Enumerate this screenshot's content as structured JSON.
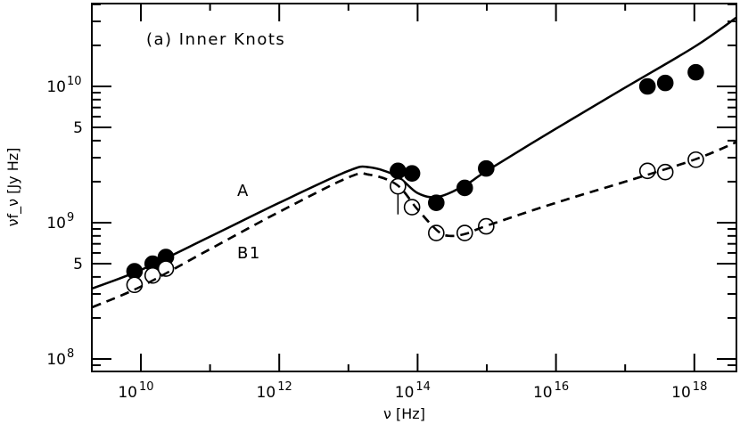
{
  "chart_data": {
    "type": "scatter",
    "title": "",
    "annotation": "(a) Inner Knots",
    "xlabel": "ν [Hz]",
    "ylabel": "νf_ν [Jy Hz]",
    "x_scale": "log",
    "y_scale": "log",
    "xlim": [
      2000000000.0,
      5e+18
    ],
    "ylim": [
      78000000.0,
      84000000000.0
    ],
    "grid": false,
    "x_ticks": [
      {
        "base": "10",
        "exp": "10",
        "value": 10000000000.0
      },
      {
        "base": "10",
        "exp": "12",
        "value": 1000000000000.0
      },
      {
        "base": "10",
        "exp": "14",
        "value": 100000000000000.0
      },
      {
        "base": "10",
        "exp": "16",
        "value": 1e+16
      },
      {
        "base": "10",
        "exp": "18",
        "value": 1e+18
      }
    ],
    "y_ticks": [
      {
        "base": "10",
        "exp": "10",
        "value": 10000000000.0
      },
      {
        "base": "5",
        "exp": "",
        "value": 5000000000.0
      },
      {
        "base": "10",
        "exp": "9",
        "value": 1000000000.0
      },
      {
        "base": "5",
        "exp": "",
        "value": 500000000.0
      },
      {
        "base": "10",
        "exp": "8",
        "value": 100000000.0
      }
    ],
    "series": [
      {
        "name": "A (data)",
        "marker": "filled-circle",
        "x": [
          8100000000.0,
          14800000000.0,
          23000000000.0,
          52000000000000.0,
          83000000000000.0,
          186000000000000.0,
          480000000000000.0,
          980000000000000.0,
          2.1e+17,
          3.8e+17,
          1.05e+18
        ],
        "y": [
          440000000.0,
          500000000.0,
          560000000.0,
          2400000000.0,
          2300000000.0,
          1400000000.0,
          1800000000.0,
          2500000000.0,
          10000000000.0,
          10600000000.0,
          12700000000.0
        ]
      },
      {
        "name": "B1 (data)",
        "marker": "open-circle",
        "x": [
          8100000000.0,
          14800000000.0,
          23000000000.0,
          52000000000000.0,
          83000000000000.0,
          186000000000000.0,
          480000000000000.0,
          980000000000000.0,
          2.1e+17,
          3.8e+17,
          1.05e+18
        ],
        "y": [
          350000000.0,
          410000000.0,
          460000000.0,
          1850000000.0,
          1300000000.0,
          840000000.0,
          840000000.0,
          940000000.0,
          2400000000.0,
          2350000000.0,
          2900000000.0
        ]
      },
      {
        "name": "A",
        "style": "solid-line",
        "label": "A",
        "x": [
          2000000000.0,
          10000000000.0,
          100000000000.0,
          1000000000000.0,
          10000000000000.0,
          20000000000000.0,
          50000000000000.0,
          100000000000000.0,
          200000000000000.0,
          500000000000000.0,
          1000000000000000.0,
          1e+16,
          1e+17,
          1e+18,
          5e+18
        ],
        "y": [
          330000000.0,
          450000000.0,
          790000000.0,
          1400000000.0,
          2400000000.0,
          2550000000.0,
          2200000000.0,
          1650000000.0,
          1550000000.0,
          1900000000.0,
          2400000000.0,
          4900000000.0,
          9800000000.0,
          19500000000.0,
          32000000000.0
        ]
      },
      {
        "name": "B1",
        "style": "dashed-line",
        "label": "B1",
        "x": [
          2000000000.0,
          10000000000.0,
          100000000000.0,
          1000000000000.0,
          10000000000000.0,
          20000000000000.0,
          50000000000000.0,
          100000000000000.0,
          200000000000000.0,
          300000000000000.0,
          500000000000000.0,
          1000000000000000.0,
          1e+16,
          1e+17,
          1e+18,
          5e+18
        ],
        "y": [
          240000000.0,
          340000000.0,
          640000000.0,
          1200000000.0,
          2150000000.0,
          2250000000.0,
          1900000000.0,
          1250000000.0,
          860000000.0,
          800000000.0,
          830000000.0,
          950000000.0,
          1400000000.0,
          2000000000.0,
          2900000000.0,
          3900000000.0
        ]
      }
    ],
    "error_bars": [
      {
        "x": 52000000000000.0,
        "y_low": 1150000000.0,
        "y_high": 2750000000.0
      }
    ],
    "series_labels": [
      {
        "text": "A"
      },
      {
        "text": "B1"
      }
    ]
  }
}
